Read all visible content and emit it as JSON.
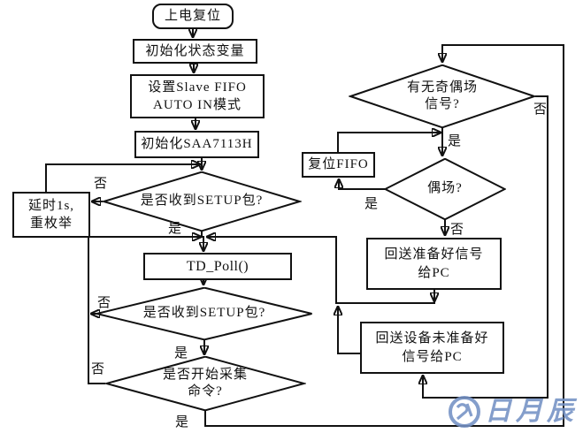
{
  "flowchart": {
    "nodes": {
      "power_on_reset": "上电复位",
      "init_state_vars": "初始化状态变量",
      "set_slave_fifo_1": "设置Slave FIFO",
      "set_slave_fifo_2": "AUTO IN模式",
      "init_saa7113h": "初始化SAA7113H",
      "setup_received_1": "是否收到SETUP包?",
      "delay_line1": "延时1s,",
      "delay_line2": "重枚举",
      "td_poll": "TD_Poll()",
      "setup_received_2": "是否收到SETUP包?",
      "start_cmd_1": "是否开始采集",
      "start_cmd_2": "命令?",
      "field_signal_1": "有无奇偶场",
      "field_signal_2": "信号?",
      "even_field": "偶场?",
      "reset_fifo": "复位FIFO",
      "ready_1": "回送准备好信号",
      "ready_2": "给PC",
      "not_ready_1": "回送设备未准备好",
      "not_ready_2": "信号给PC"
    },
    "labels": {
      "yes": "是",
      "no": "否"
    }
  },
  "watermark": {
    "icon": "sun-moon-logo",
    "text": "日月辰",
    "color": "#7491c4"
  },
  "colors": {
    "line": "#111111",
    "background": "#ffffff"
  }
}
